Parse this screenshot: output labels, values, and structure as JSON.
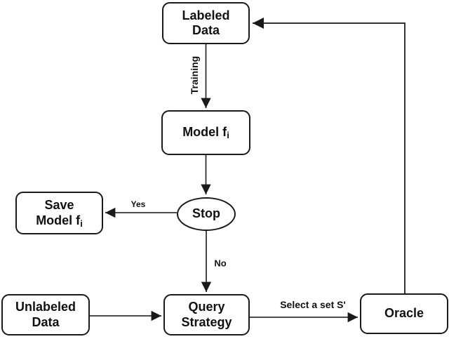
{
  "nodes": {
    "labeled_data": {
      "line1": "Labeled",
      "line2": "Data"
    },
    "model": {
      "text": "Model f",
      "sub": "i"
    },
    "stop": {
      "label": "Stop"
    },
    "save_model": {
      "line1": "Save",
      "line2": "Model f",
      "line2_sub": "i"
    },
    "unlabeled_data": {
      "line1": "Unlabeled",
      "line2": "Data"
    },
    "query_strategy": {
      "line1": "Query",
      "line2": "Strategy"
    },
    "oracle": {
      "label": "Oracle"
    }
  },
  "edge_labels": {
    "training": "Training",
    "yes": "Yes",
    "no": "No",
    "select_set": "Select a set S'"
  },
  "colors": {
    "background": "#ffffff",
    "node_fill": "#ffffff",
    "node_border": "#1a1a1a",
    "connector_line": "#333333",
    "text": "#111111"
  }
}
